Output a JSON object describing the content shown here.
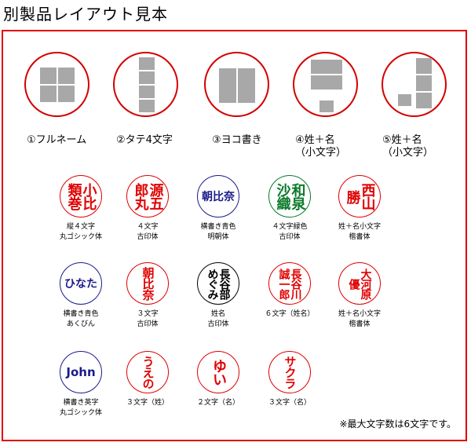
{
  "title": "別製品レイアウト見本",
  "layouts": [
    {
      "label": "①フルネーム",
      "sub": ""
    },
    {
      "label": "②タテ4文字",
      "sub": ""
    },
    {
      "label": "③ヨコ書き",
      "sub": ""
    },
    {
      "label": "④姓＋名",
      "sub": "（小文字）"
    },
    {
      "label": "⑤姓＋名",
      "sub": "（小文字）"
    }
  ],
  "samples": [
    {
      "columns": [
        "小比",
        "類巻"
      ],
      "color": "#e00000",
      "cap1": "縦４文字",
      "cap2": "丸ゴシック体"
    },
    {
      "columns": [
        "源五",
        "郎丸"
      ],
      "color": "#e00000",
      "cap1": "４文字",
      "cap2": "古印体"
    },
    {
      "columns": [
        "朝比奈"
      ],
      "horizontal": true,
      "color": "#1a1a8c",
      "cap1": "横書き青色",
      "cap2": "明朝体"
    },
    {
      "columns": [
        "和泉",
        "沙織"
      ],
      "color": "#0a7a2a",
      "cap1": "４文字緑色",
      "cap2": "古印体"
    },
    {
      "columns": [
        "西山",
        "勝"
      ],
      "color": "#e00000",
      "cap1": "姓＋名小文字",
      "cap2": "楷書体"
    },
    {
      "columns": [
        "ひなた"
      ],
      "horizontal": true,
      "color": "#1a1a8c",
      "cap1": "横書き青色",
      "cap2": "あくびん"
    },
    {
      "columns": [
        "朝比奈"
      ],
      "color": "#e00000",
      "cap1": "３文字",
      "cap2": "古印体"
    },
    {
      "columns": [
        "長谷部",
        "めぐみ"
      ],
      "color": "#000000",
      "cap1": "姓名",
      "cap2": "古印体"
    },
    {
      "columns": [
        "長谷川",
        "誠一郎"
      ],
      "color": "#e00000",
      "cap1": "６文字（姓名）",
      "cap2": ""
    },
    {
      "columns": [
        "大河原",
        "優"
      ],
      "color": "#e00000",
      "cap1": "姓＋名小文字",
      "cap2": "楷書体"
    },
    {
      "columns": [
        "John"
      ],
      "horizontal": true,
      "color": "#1a1a8c",
      "cap1": "横書き英字",
      "cap2": "丸ゴシック体"
    },
    {
      "columns": [
        "うえの"
      ],
      "color": "#e00000",
      "cap1": "３文字（姓）",
      "cap2": ""
    },
    {
      "columns": [
        "ゆい"
      ],
      "color": "#e00000",
      "cap1": "２文字（名）",
      "cap2": ""
    },
    {
      "columns": [
        "サクラ"
      ],
      "color": "#e00000",
      "cap1": "３文字（名）",
      "cap2": ""
    }
  ],
  "note": "※最大文字数は6文字です。"
}
